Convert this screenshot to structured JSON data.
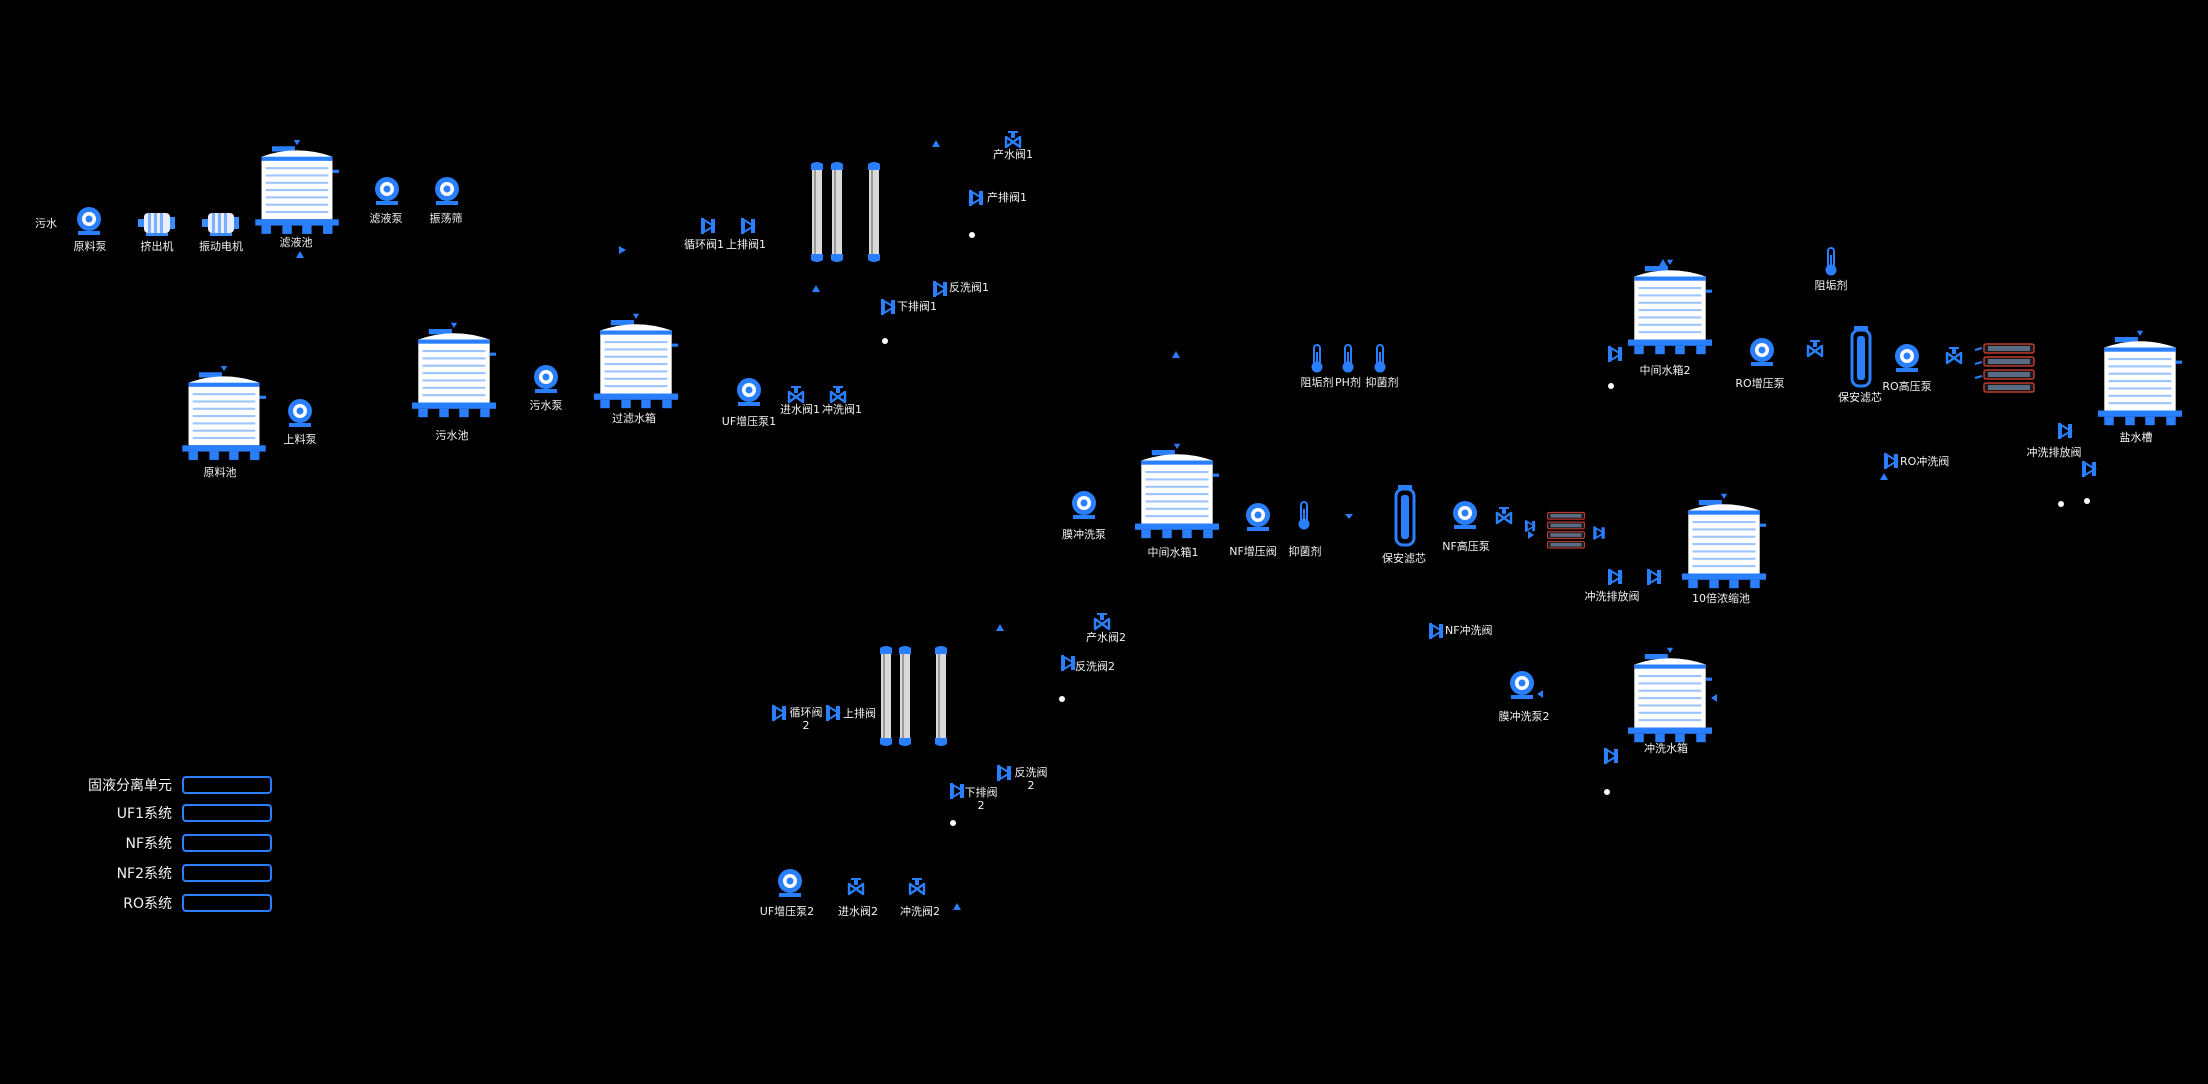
{
  "colors": {
    "background": "#000000",
    "accent": "#2a7fff",
    "tank_body": "#ffffff",
    "tank_stripe": "#bcd8ff",
    "membrane": "#cfcfcf",
    "module_border": "#c0392b"
  },
  "labels": {
    "sewage": "污水",
    "raw_pump": "原料泵",
    "extruder": "挤出机",
    "vib_motor": "振动电机",
    "filter_pool": "滤液池",
    "filtrate_pump": "滤液泵",
    "vib_screen": "振荡筛",
    "raw_pool": "原料池",
    "feed_pump": "上料泵",
    "sewage_pool": "污水池",
    "sewage_pump": "污水泵",
    "filter_tank": "过滤水箱",
    "uf_boost_pump1": "UF增压泵1",
    "inlet_valve1": "进水阀1",
    "flush_valve1": "冲洗阀1",
    "circ_valve1": "循环阀1",
    "top_drain1": "上排阀1",
    "product_valve1": "产水阀1",
    "product_drain1": "产排阀1",
    "backwash1": "反洗阀1",
    "bottom_drain1": "下排阀1",
    "antiscalant_a": "阻垢剂",
    "ph_agent": "PH剂",
    "bactericide_a": "抑菌剂",
    "membrane_flush_pump": "膜冲洗泵",
    "mid_tank1": "中间水箱1",
    "nf_boost_valve": "NF增压阀",
    "bactericide_b": "抑菌剂",
    "security_filter_a": "保安滤芯",
    "nf_high_pump": "NF高压泵",
    "flush_drain_a": "冲洗排放阀",
    "concentrate_pool": "10倍浓缩池",
    "nf_flush_valve": "NF冲洗阀",
    "membrane_flush_pump2": "膜冲洗泵2",
    "flush_tank": "冲洗水箱",
    "mid_tank2": "中间水箱2",
    "ro_boost_pump": "RO增压泵",
    "security_filter_b": "保安滤芯",
    "ro_high_pump": "RO高压泵",
    "antiscalant_b": "阻垢剂",
    "brine_tank": "盐水槽",
    "flush_drain_b": "冲洗排放阀",
    "ro_flush_valve": "RO冲洗阀",
    "product_valve2": "产水阀2",
    "backwash2_a": "反洗阀2",
    "circ_valve2": "循环阀\n2",
    "top_drain2": "上排阀",
    "backwash2_b": "反洗阀\n2",
    "bottom_drain2": "下排阀\n2",
    "uf_boost_pump2": "UF增压泵2",
    "inlet_valve2": "进水阀2",
    "flush_valve2": "冲洗阀2"
  },
  "legend": [
    {
      "label": "固液分离单元"
    },
    {
      "label": "UF1系统"
    },
    {
      "label": "NF系统"
    },
    {
      "label": "NF2系统"
    },
    {
      "label": "RO系统"
    }
  ]
}
